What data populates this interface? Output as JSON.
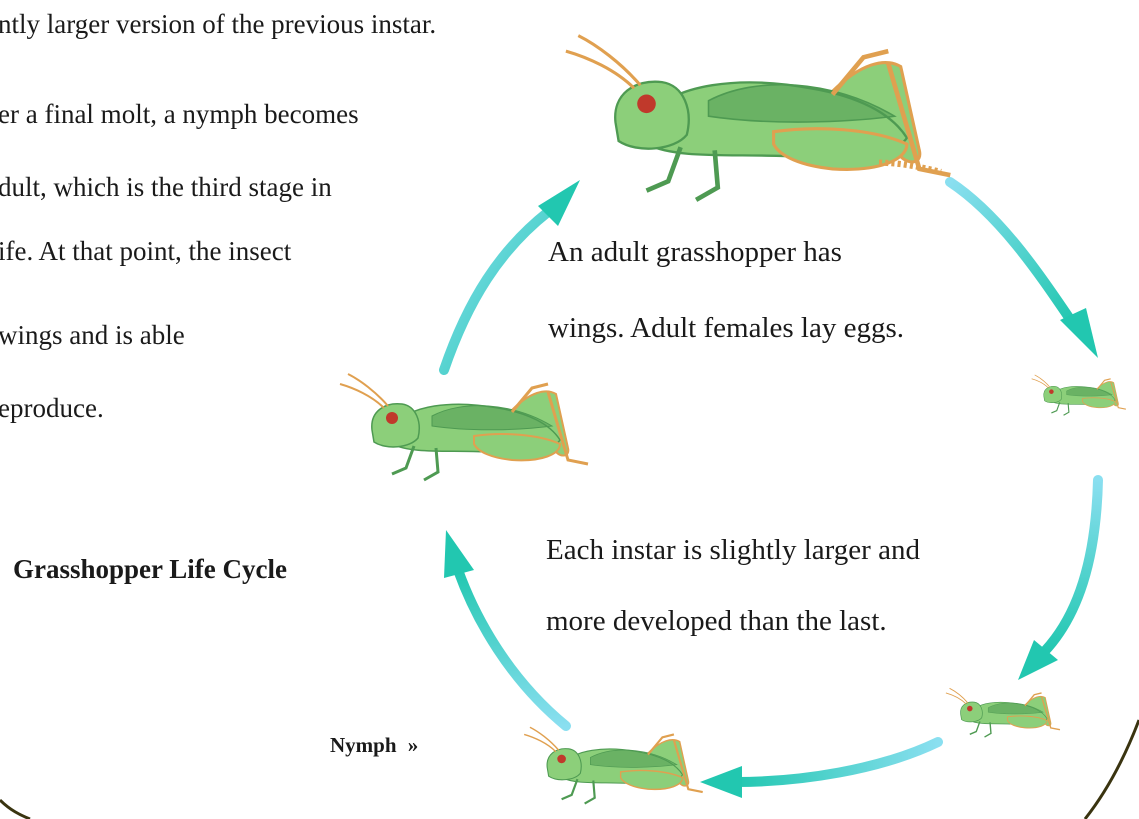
{
  "intro_text": {
    "lines": [
      "ntly larger version of the previous instar.",
      "er a final molt, a nymph becomes",
      "dult, which is the third stage in",
      "ife. At that point, the insect",
      "wings and is able",
      "eproduce."
    ]
  },
  "diagram": {
    "title": "Grasshopper Life Cycle",
    "nymph_label": "Nymph",
    "nymph_marker": "»",
    "adult_caption": [
      "An adult grasshopper has",
      "wings. Adult females lay eggs."
    ],
    "instar_caption": [
      "Each instar is slightly larger and",
      "more developed than the last."
    ],
    "colors": {
      "arrow_light": "#8adff0",
      "arrow_dark": "#22c7b0",
      "border": "#3a3410",
      "body_green": "#8ccf7a",
      "body_dark": "#4e9a52",
      "leg_orange": "#e0a050",
      "eye_red": "#c0392b"
    }
  }
}
